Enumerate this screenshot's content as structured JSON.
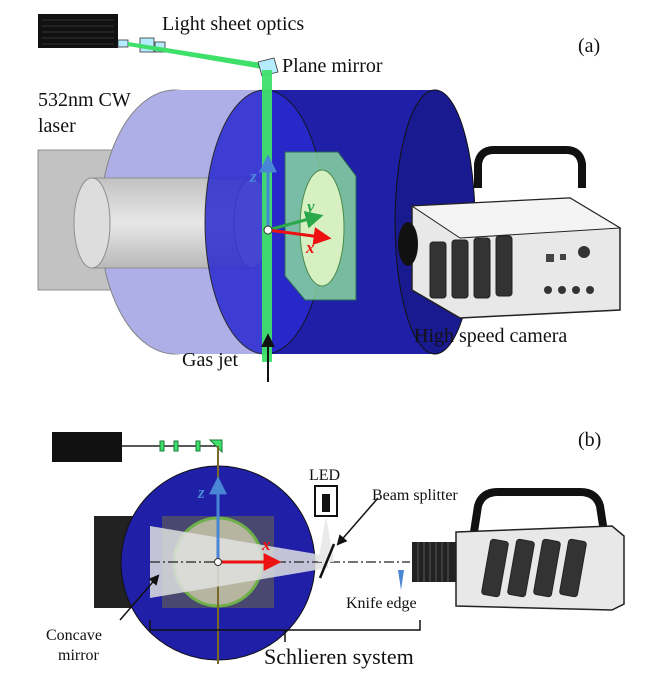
{
  "panel_a": {
    "tag": "(a)",
    "labels": {
      "light_sheet_optics": "Light sheet optics",
      "plane_mirror": "Plane mirror",
      "laser_line1": "532nm CW",
      "laser_line2": "laser",
      "high_speed_camera": "High speed camera",
      "gas_jet": "Gas jet"
    },
    "axes": {
      "z": "z",
      "y": "y",
      "x": "x"
    }
  },
  "panel_b": {
    "tag": "(b)",
    "labels": {
      "led": "LED",
      "beam_splitter": "Beam splitter",
      "knife_edge": "Knife edge",
      "concave_mirror_line1": "Concave",
      "concave_mirror_line2": "mirror",
      "schlieren_system": "Schlieren system"
    },
    "axes": {
      "z": "z",
      "x": "x"
    }
  },
  "colors": {
    "chamber_blue": "#1f1fa8",
    "chamber_translucent": "#7b7bd8",
    "laser_green": "#3fe06a",
    "axis_red": "#ee1111",
    "axis_blue": "#4a86d6",
    "axis_green": "#2aa84a",
    "camera_grey": "#d9d9d9",
    "outline": "#222222"
  }
}
